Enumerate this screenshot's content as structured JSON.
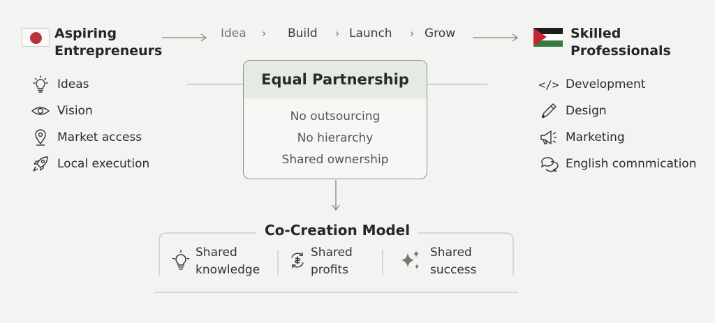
{
  "left_party": {
    "title_line1": "Aspiring",
    "title_line2": "Entrepreneurs",
    "flag_icon": "japan-flag-icon",
    "items": [
      {
        "label": "Ideas",
        "icon": "lightbulb-icon"
      },
      {
        "label": "Vision",
        "icon": "eye-icon"
      },
      {
        "label": "Market access",
        "icon": "location-pin-icon"
      },
      {
        "label": "Local execution",
        "icon": "rocket-icon"
      }
    ]
  },
  "right_party": {
    "title_line1": "Skilled",
    "title_line2": "Professionals",
    "flag_icon": "palestine-flag-icon",
    "items": [
      {
        "label": "Development",
        "icon": "code-icon"
      },
      {
        "label": "Design",
        "icon": "pen-icon"
      },
      {
        "label": "Marketing",
        "icon": "megaphone-icon"
      },
      {
        "label": "English comnmication",
        "icon": "chat-bubbles-icon"
      }
    ]
  },
  "flow": {
    "steps": [
      "Idea",
      "Build",
      "Launch",
      "Grow"
    ],
    "separator": "›"
  },
  "partnership": {
    "title": "Equal Partnership",
    "points": [
      "No outsourcing",
      "No hierarchy",
      "Shared ownership"
    ]
  },
  "model": {
    "title": "Co-Creation Model",
    "items": [
      {
        "line1": "Shared",
        "line2": "knowledge",
        "icon": "lightbulb-icon"
      },
      {
        "line1": "Shared",
        "line2": "profits",
        "icon": "cycle-arrows-icon"
      },
      {
        "line1": "Shared",
        "line2": "success",
        "icon": "sparkles-icon"
      }
    ]
  },
  "colors": {
    "background": "#f3f3f1",
    "box_header": "#e6ebe1",
    "line": "#8b8f88",
    "accent_red": "#b8333d",
    "accent_green": "#3b7a3f"
  }
}
